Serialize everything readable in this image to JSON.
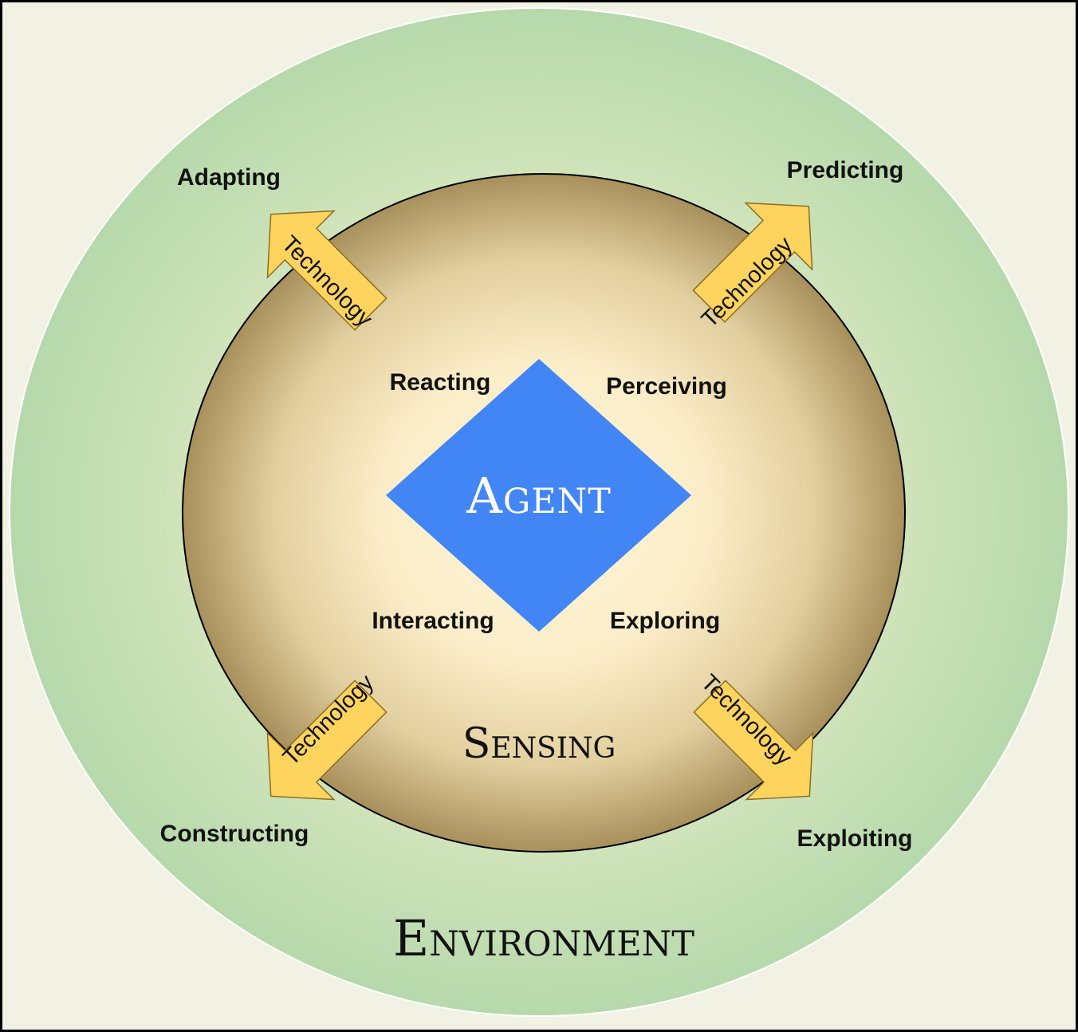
{
  "diagram": {
    "environment_label": "Environment",
    "sensing_label": "Sensing",
    "agent_label": "Agent",
    "inner_labels": {
      "top_left": "Reacting",
      "top_right": "Perceiving",
      "bottom_left": "Interacting",
      "bottom_right": "Exploring"
    },
    "outer_labels": {
      "top_left": "Adapting",
      "top_right": "Predicting",
      "bottom_left": "Constructing",
      "bottom_right": "Exploiting"
    },
    "arrow_label": "Technology",
    "colors": {
      "background": "#f2f2e4",
      "environment_outer": "#b9dcaf",
      "environment_inner": "#e9efcd",
      "sensing_edge": "#ae955e",
      "sensing_center": "#fdf3d6",
      "agent": "#4285f4",
      "arrow_fill": "#ffd45e",
      "arrow_stroke": "#8a6d1f"
    }
  }
}
